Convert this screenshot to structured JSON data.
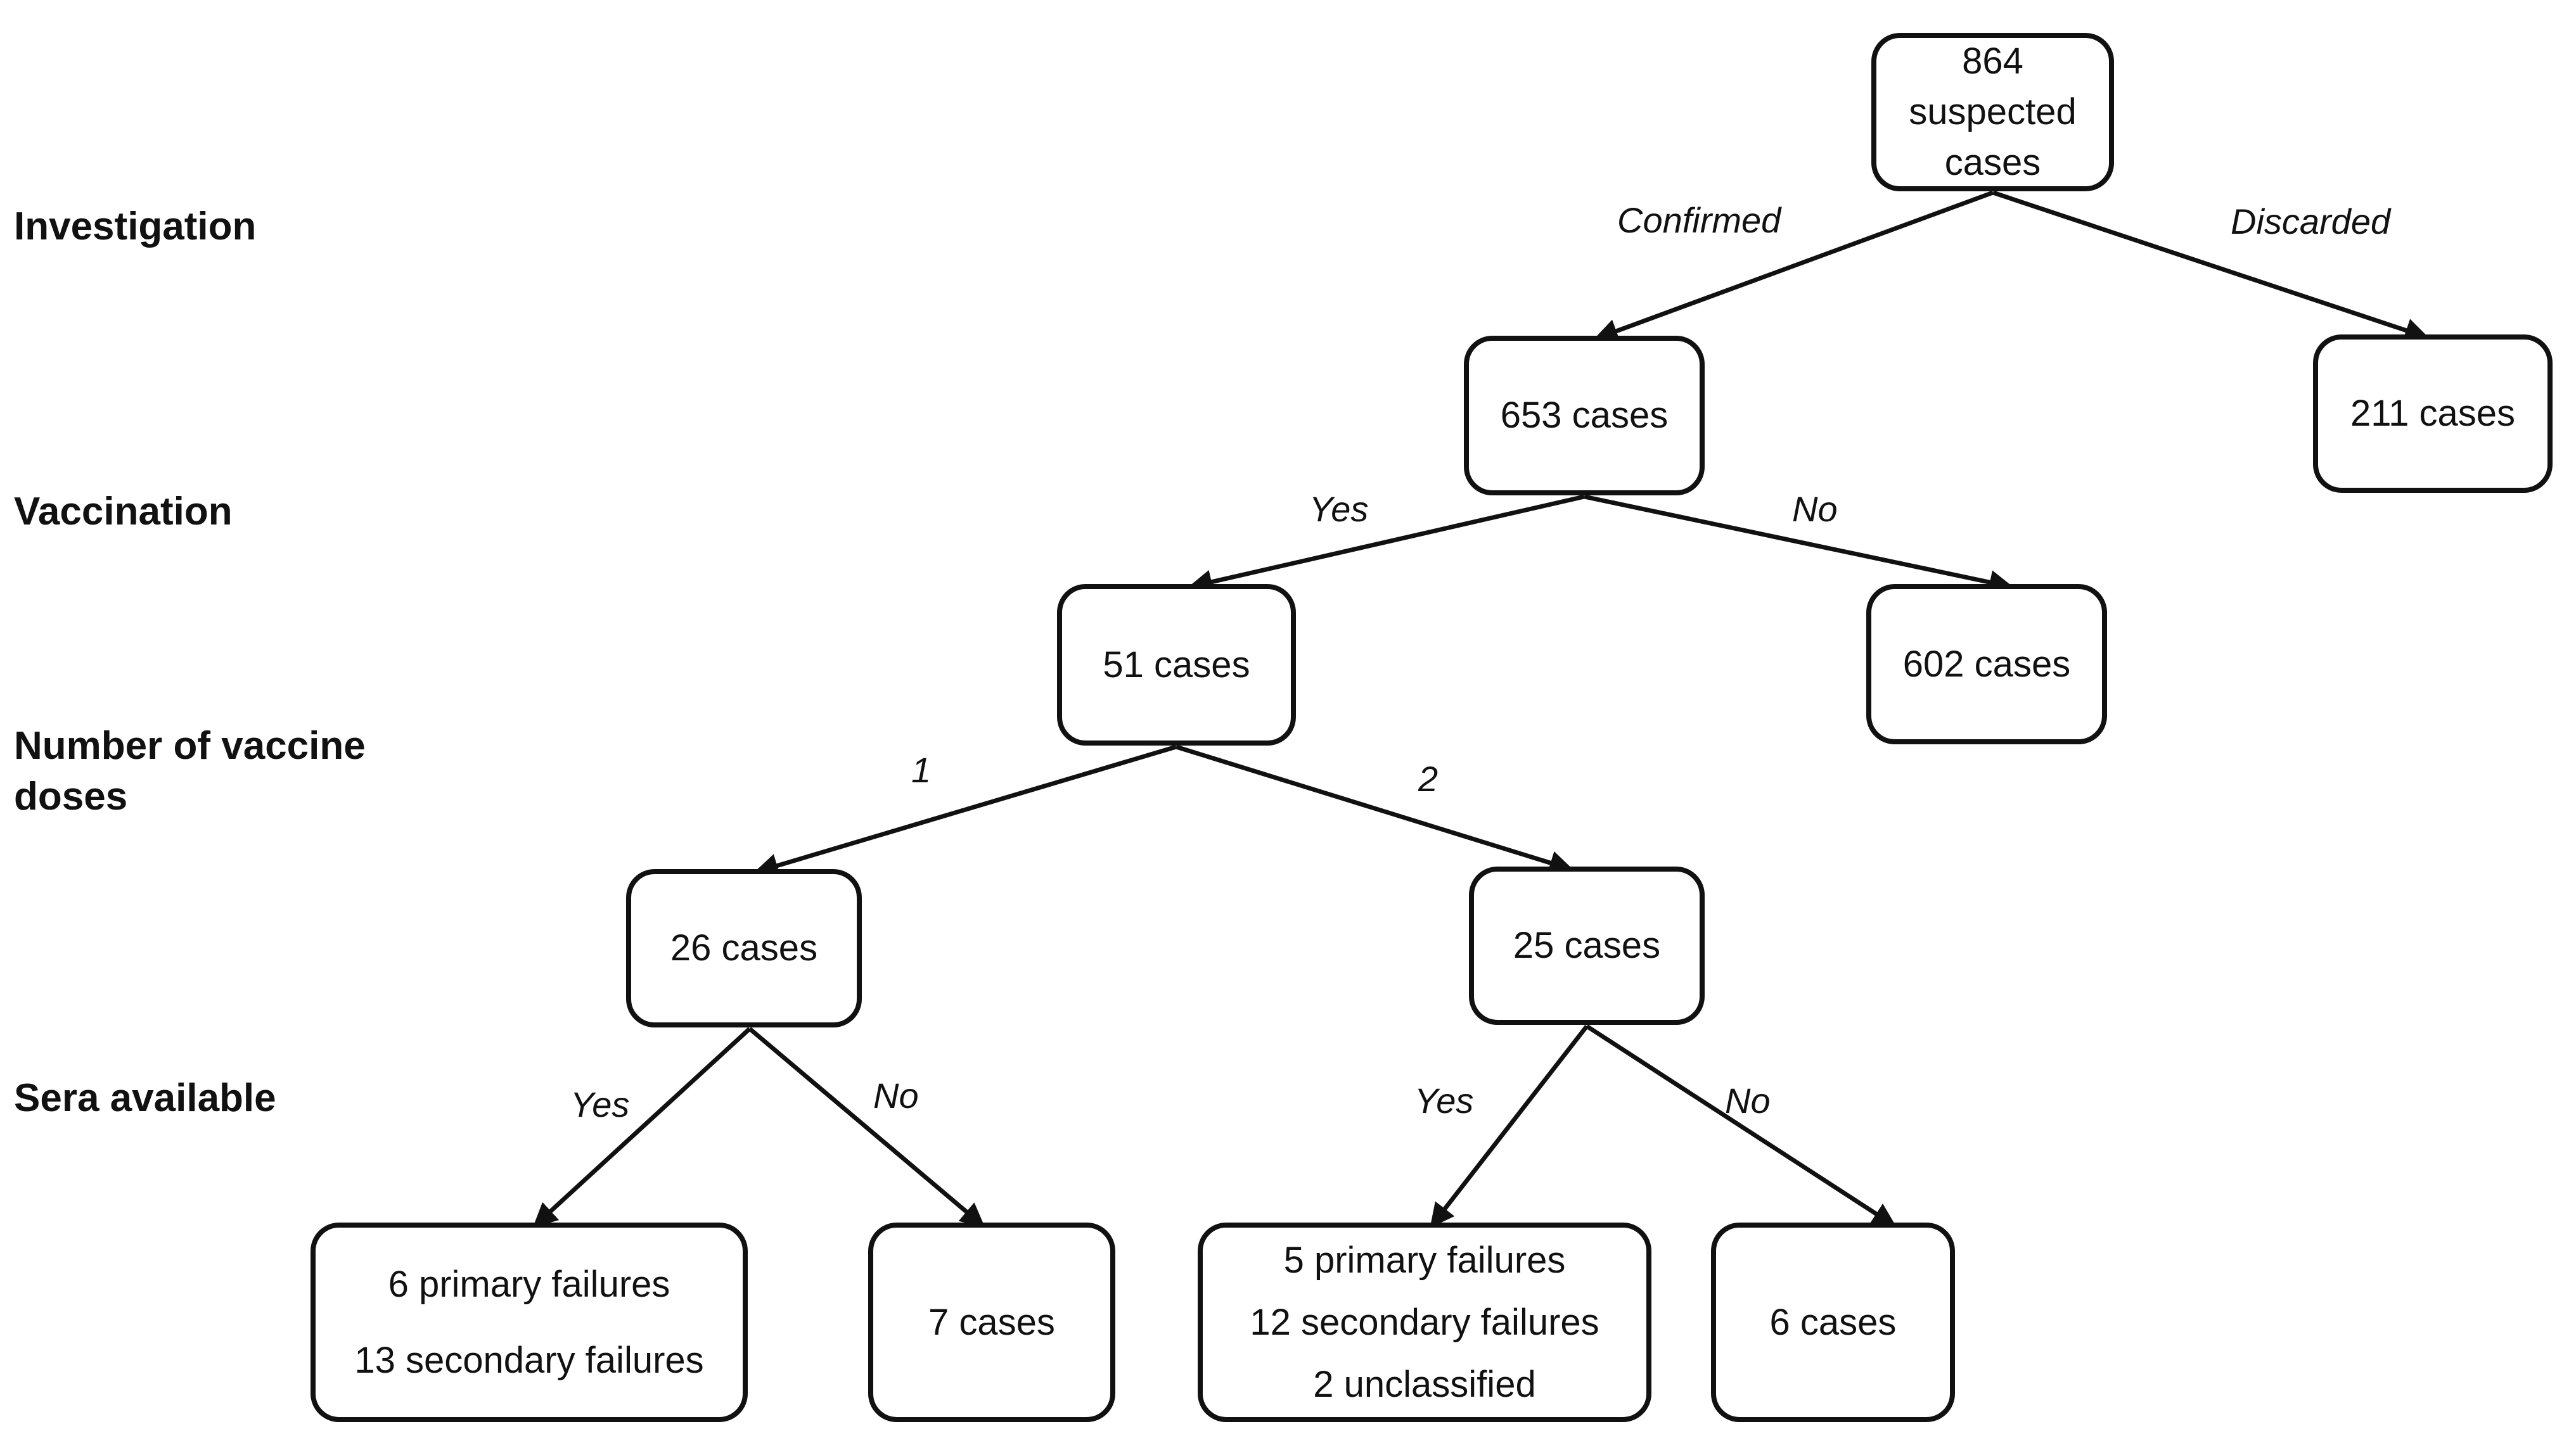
{
  "diagram": {
    "kind": "flowchart",
    "background": "#ffffff",
    "line_color": "#111111",
    "text_color": "#111111"
  },
  "row_labels": {
    "investigation": "Investigation",
    "vaccination": "Vaccination",
    "doses_line1": "Number of vaccine",
    "doses_line2": "doses",
    "sera": "Sera available"
  },
  "nodes": {
    "root": {
      "lines": [
        "864",
        "suspected",
        "cases"
      ]
    },
    "confirmed": {
      "lines": [
        "653 cases"
      ]
    },
    "discarded": {
      "lines": [
        "211 cases"
      ]
    },
    "vaccinated": {
      "lines": [
        "51 cases"
      ]
    },
    "not_vaccinated": {
      "lines": [
        "602 cases"
      ]
    },
    "one_dose": {
      "lines": [
        "26 cases"
      ]
    },
    "two_doses": {
      "lines": [
        "25 cases"
      ]
    },
    "one_dose_sera_yes": {
      "lines": [
        "6 primary failures",
        "13 secondary failures"
      ]
    },
    "one_dose_sera_no": {
      "lines": [
        "7 cases"
      ]
    },
    "two_doses_sera_yes": {
      "lines": [
        "5 primary failures",
        "12 secondary failures",
        "2 unclassified"
      ]
    },
    "two_doses_sera_no": {
      "lines": [
        "6 cases"
      ]
    }
  },
  "edges": [
    {
      "from": "root",
      "to": "confirmed",
      "label": "Confirmed"
    },
    {
      "from": "root",
      "to": "discarded",
      "label": "Discarded"
    },
    {
      "from": "confirmed",
      "to": "vaccinated",
      "label": "Yes"
    },
    {
      "from": "confirmed",
      "to": "not_vaccinated",
      "label": "No"
    },
    {
      "from": "vaccinated",
      "to": "one_dose",
      "label": "1"
    },
    {
      "from": "vaccinated",
      "to": "two_doses",
      "label": "2"
    },
    {
      "from": "one_dose",
      "to": "one_dose_sera_yes",
      "label": "Yes"
    },
    {
      "from": "one_dose",
      "to": "one_dose_sera_no",
      "label": "No"
    },
    {
      "from": "two_doses",
      "to": "two_doses_sera_yes",
      "label": "Yes"
    },
    {
      "from": "two_doses",
      "to": "two_doses_sera_no",
      "label": "No"
    }
  ]
}
